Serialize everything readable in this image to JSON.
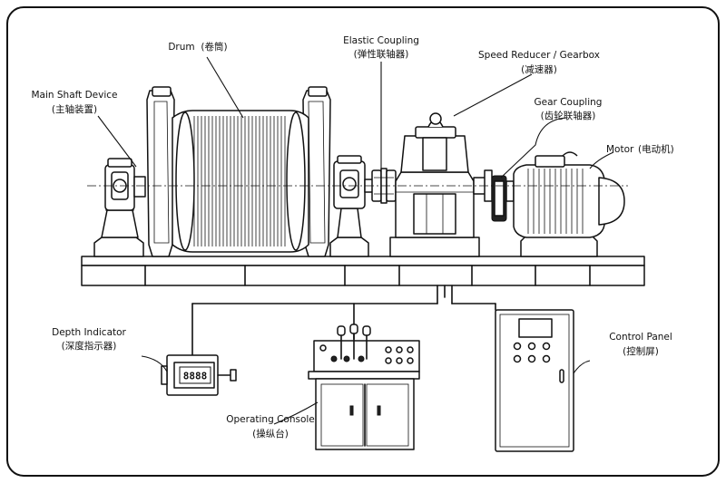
{
  "labels": {
    "drum": {
      "en": "Drum",
      "zh": "(卷筒)"
    },
    "elastic_coupling": {
      "en": "Elastic Coupling",
      "zh": "(弹性联轴器)"
    },
    "speed_reducer": {
      "en": "Speed Reducer / Gearbox",
      "zh": "(减速器)"
    },
    "gear_coupling": {
      "en": "Gear Coupling",
      "zh": "(齿轮联轴器)"
    },
    "motor": {
      "en": "Motor",
      "zh": "(电动机)"
    },
    "main_shaft": {
      "en": "Main Shaft Device",
      "zh": "(主轴装置)"
    },
    "depth_indicator": {
      "en": "Depth Indicator",
      "zh": "(深度指示器)"
    },
    "operating_console": {
      "en": "Operating Console",
      "zh": "(操纵台)"
    },
    "control_panel": {
      "en": "Control Panel",
      "zh": "(控制屏)"
    }
  },
  "depth_readout": "8888"
}
